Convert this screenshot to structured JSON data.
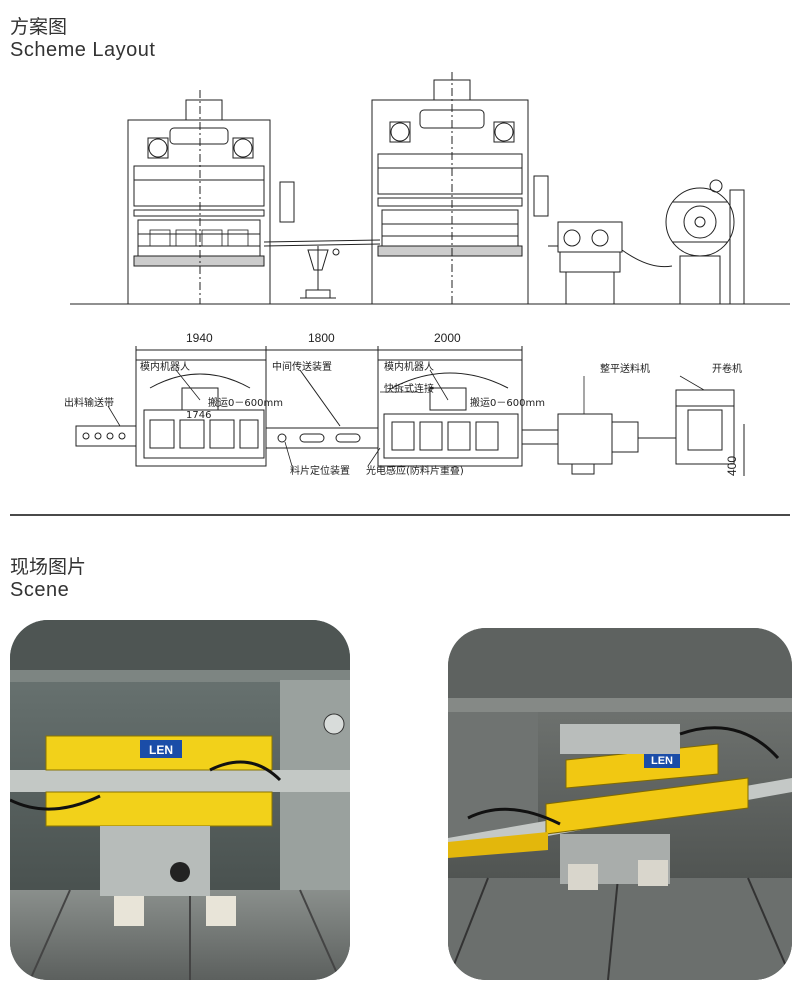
{
  "sections": {
    "scheme": {
      "title_cn": "方案图",
      "title_en": "Scheme Layout"
    },
    "scene": {
      "title_cn": "现场图片",
      "title_en": "Scene"
    }
  },
  "plan": {
    "dimensions": {
      "d1": "1940",
      "d2": "1800",
      "d3": "2000",
      "side": "400"
    },
    "labels": {
      "robot1": "模内机器人",
      "robot2": "模内机器人",
      "middle_transfer": "中间传送装置",
      "flattening_feeder": "整平送料机",
      "uncoiler": "开卷机",
      "output_belt": "出料输送带",
      "quick_connect": "快拆式连接",
      "stroke1": "搬运0－600mm",
      "stroke2": "搬运0－600mm",
      "small_num": "1746",
      "sheet_positioning": "料片定位装置",
      "photo_sensor": "光电感应(防料片重叠)"
    }
  },
  "photos": {
    "brand": "LEN"
  }
}
